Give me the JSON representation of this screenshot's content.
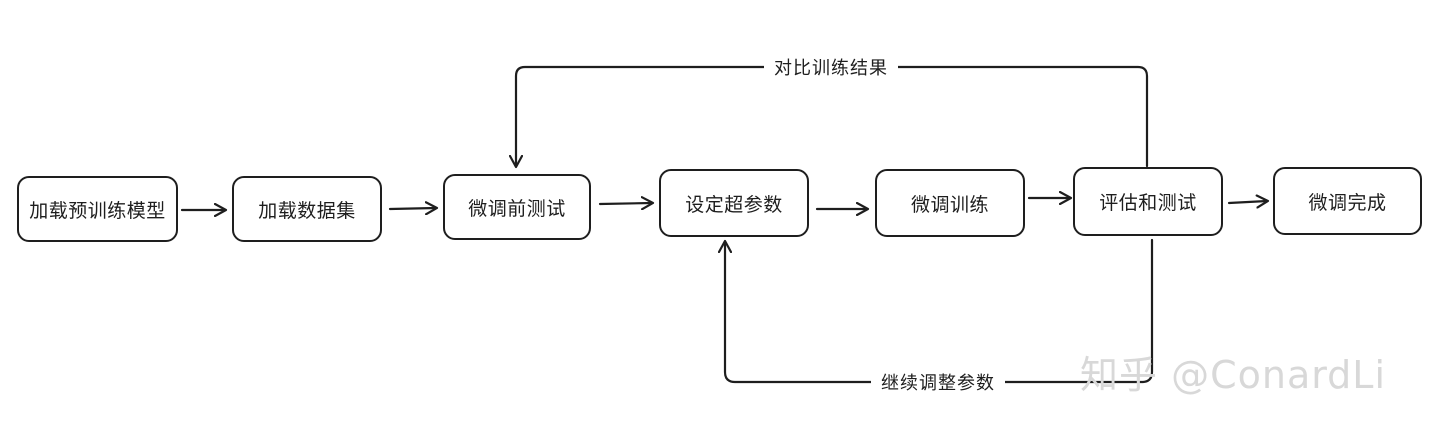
{
  "nodes": [
    {
      "id": "load-model",
      "label": "加载预训练模型"
    },
    {
      "id": "load-dataset",
      "label": "加载数据集"
    },
    {
      "id": "pre-test",
      "label": "微调前测试"
    },
    {
      "id": "set-hparams",
      "label": "设定超参数"
    },
    {
      "id": "finetune-train",
      "label": "微调训练"
    },
    {
      "id": "eval-test",
      "label": "评估和测试"
    },
    {
      "id": "finetune-done",
      "label": "微调完成"
    }
  ],
  "edges": [
    {
      "from": "load-model",
      "to": "load-dataset"
    },
    {
      "from": "load-dataset",
      "to": "pre-test"
    },
    {
      "from": "pre-test",
      "to": "set-hparams"
    },
    {
      "from": "set-hparams",
      "to": "finetune-train"
    },
    {
      "from": "finetune-train",
      "to": "eval-test"
    },
    {
      "from": "eval-test",
      "to": "finetune-done"
    },
    {
      "from": "eval-test",
      "to": "pre-test",
      "label": "对比训练结果"
    },
    {
      "from": "eval-test",
      "to": "set-hparams",
      "label": "继续调整参数"
    }
  ],
  "watermark": "知乎 @ConardLi",
  "colors": {
    "stroke": "#1e1e1e",
    "background": "#ffffff",
    "watermark": "#d8d8d8"
  }
}
